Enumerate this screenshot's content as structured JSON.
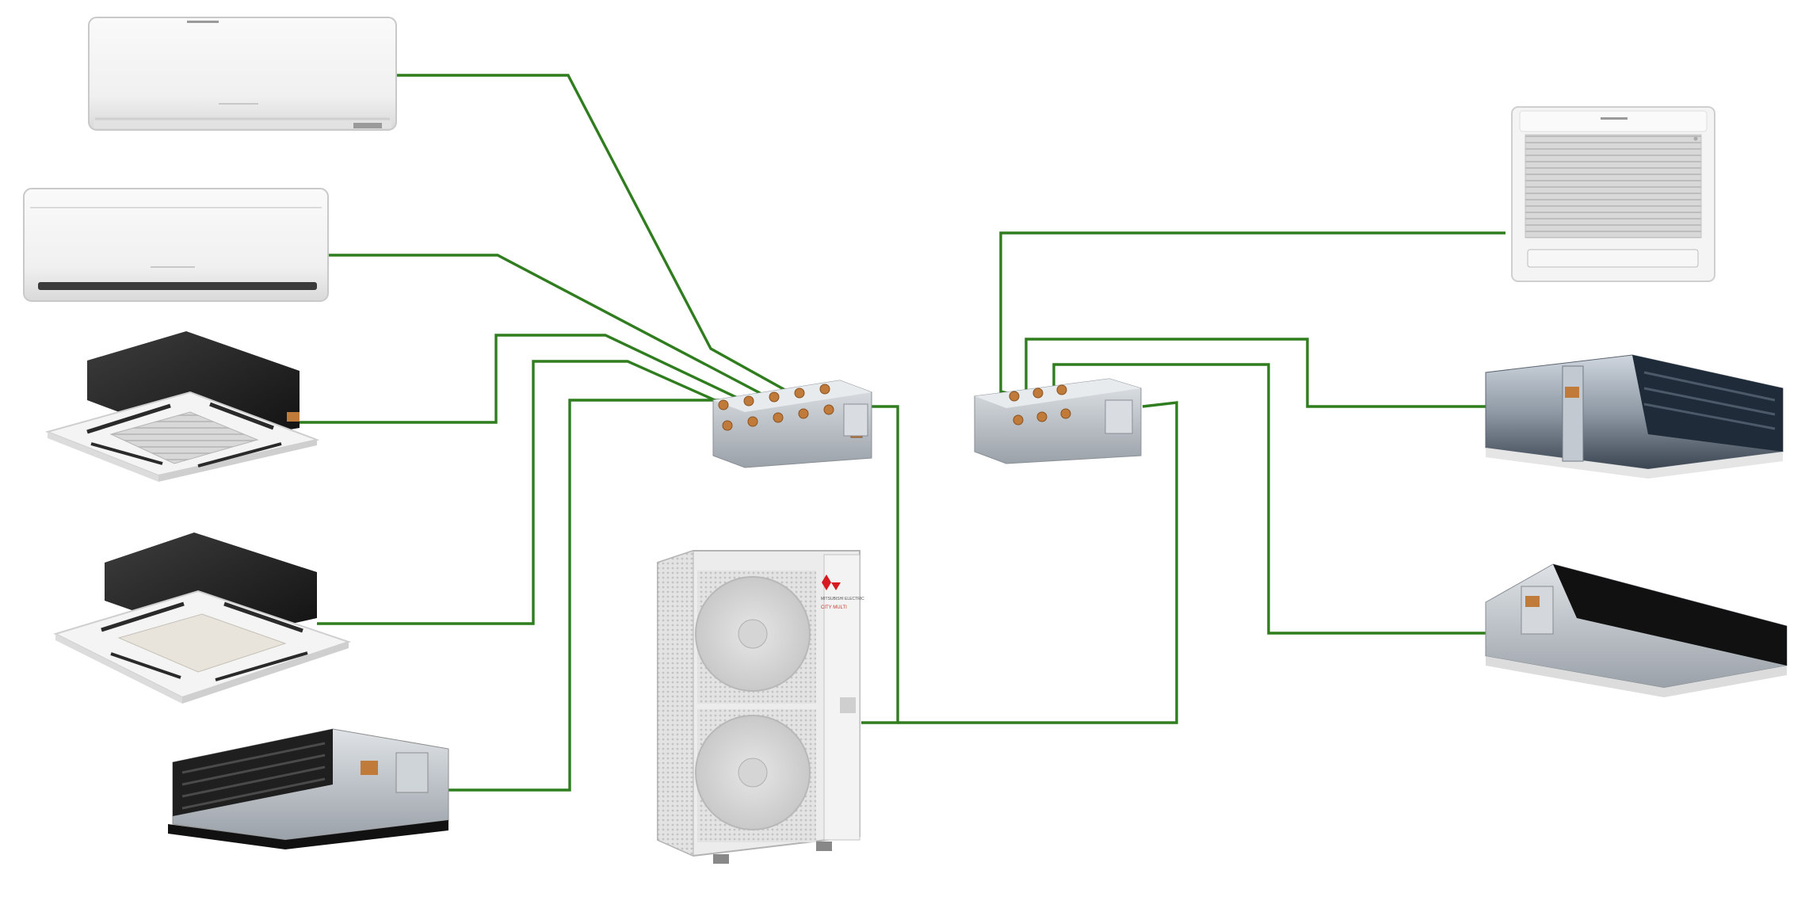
{
  "outdoor_unit": {
    "brand_label": "MITSUBISHI ELECTRIC",
    "series_label": "CITY MULTI",
    "name": "outdoor-condensing-unit"
  },
  "branch_boxes": [
    {
      "name": "branch-box-left",
      "ports": 5
    },
    {
      "name": "branch-box-right",
      "ports": 3
    }
  ],
  "indoor_units": [
    {
      "name": "wall-mounted-unit-1",
      "type": "wall-mounted",
      "connected_to": "branch-box-left"
    },
    {
      "name": "wall-mounted-unit-2",
      "type": "wall-mounted",
      "connected_to": "branch-box-left"
    },
    {
      "name": "cassette-unit-1",
      "type": "4-way-cassette",
      "connected_to": "branch-box-left"
    },
    {
      "name": "cassette-unit-2",
      "type": "4-way-cassette",
      "connected_to": "branch-box-left"
    },
    {
      "name": "ducted-unit-1",
      "type": "ceiling-concealed-ducted",
      "connected_to": "branch-box-left"
    },
    {
      "name": "floor-console-unit",
      "type": "floor-standing",
      "connected_to": "branch-box-right"
    },
    {
      "name": "ducted-unit-2",
      "type": "ceiling-concealed-ducted",
      "connected_to": "branch-box-right"
    },
    {
      "name": "ducted-unit-3",
      "type": "ceiling-concealed-ducted",
      "connected_to": "branch-box-right"
    }
  ],
  "connections": [
    {
      "from": "outdoor-condensing-unit",
      "to": "branch-box-left"
    },
    {
      "from": "outdoor-condensing-unit",
      "to": "branch-box-right"
    }
  ],
  "colors": {
    "pipe": "#2f7d1f",
    "copper": "#c07a3a",
    "unit_white": "#f2f2f2",
    "unit_dark": "#2a2a2a",
    "steel": "#b9bec4",
    "brand_red": "#d71920"
  }
}
